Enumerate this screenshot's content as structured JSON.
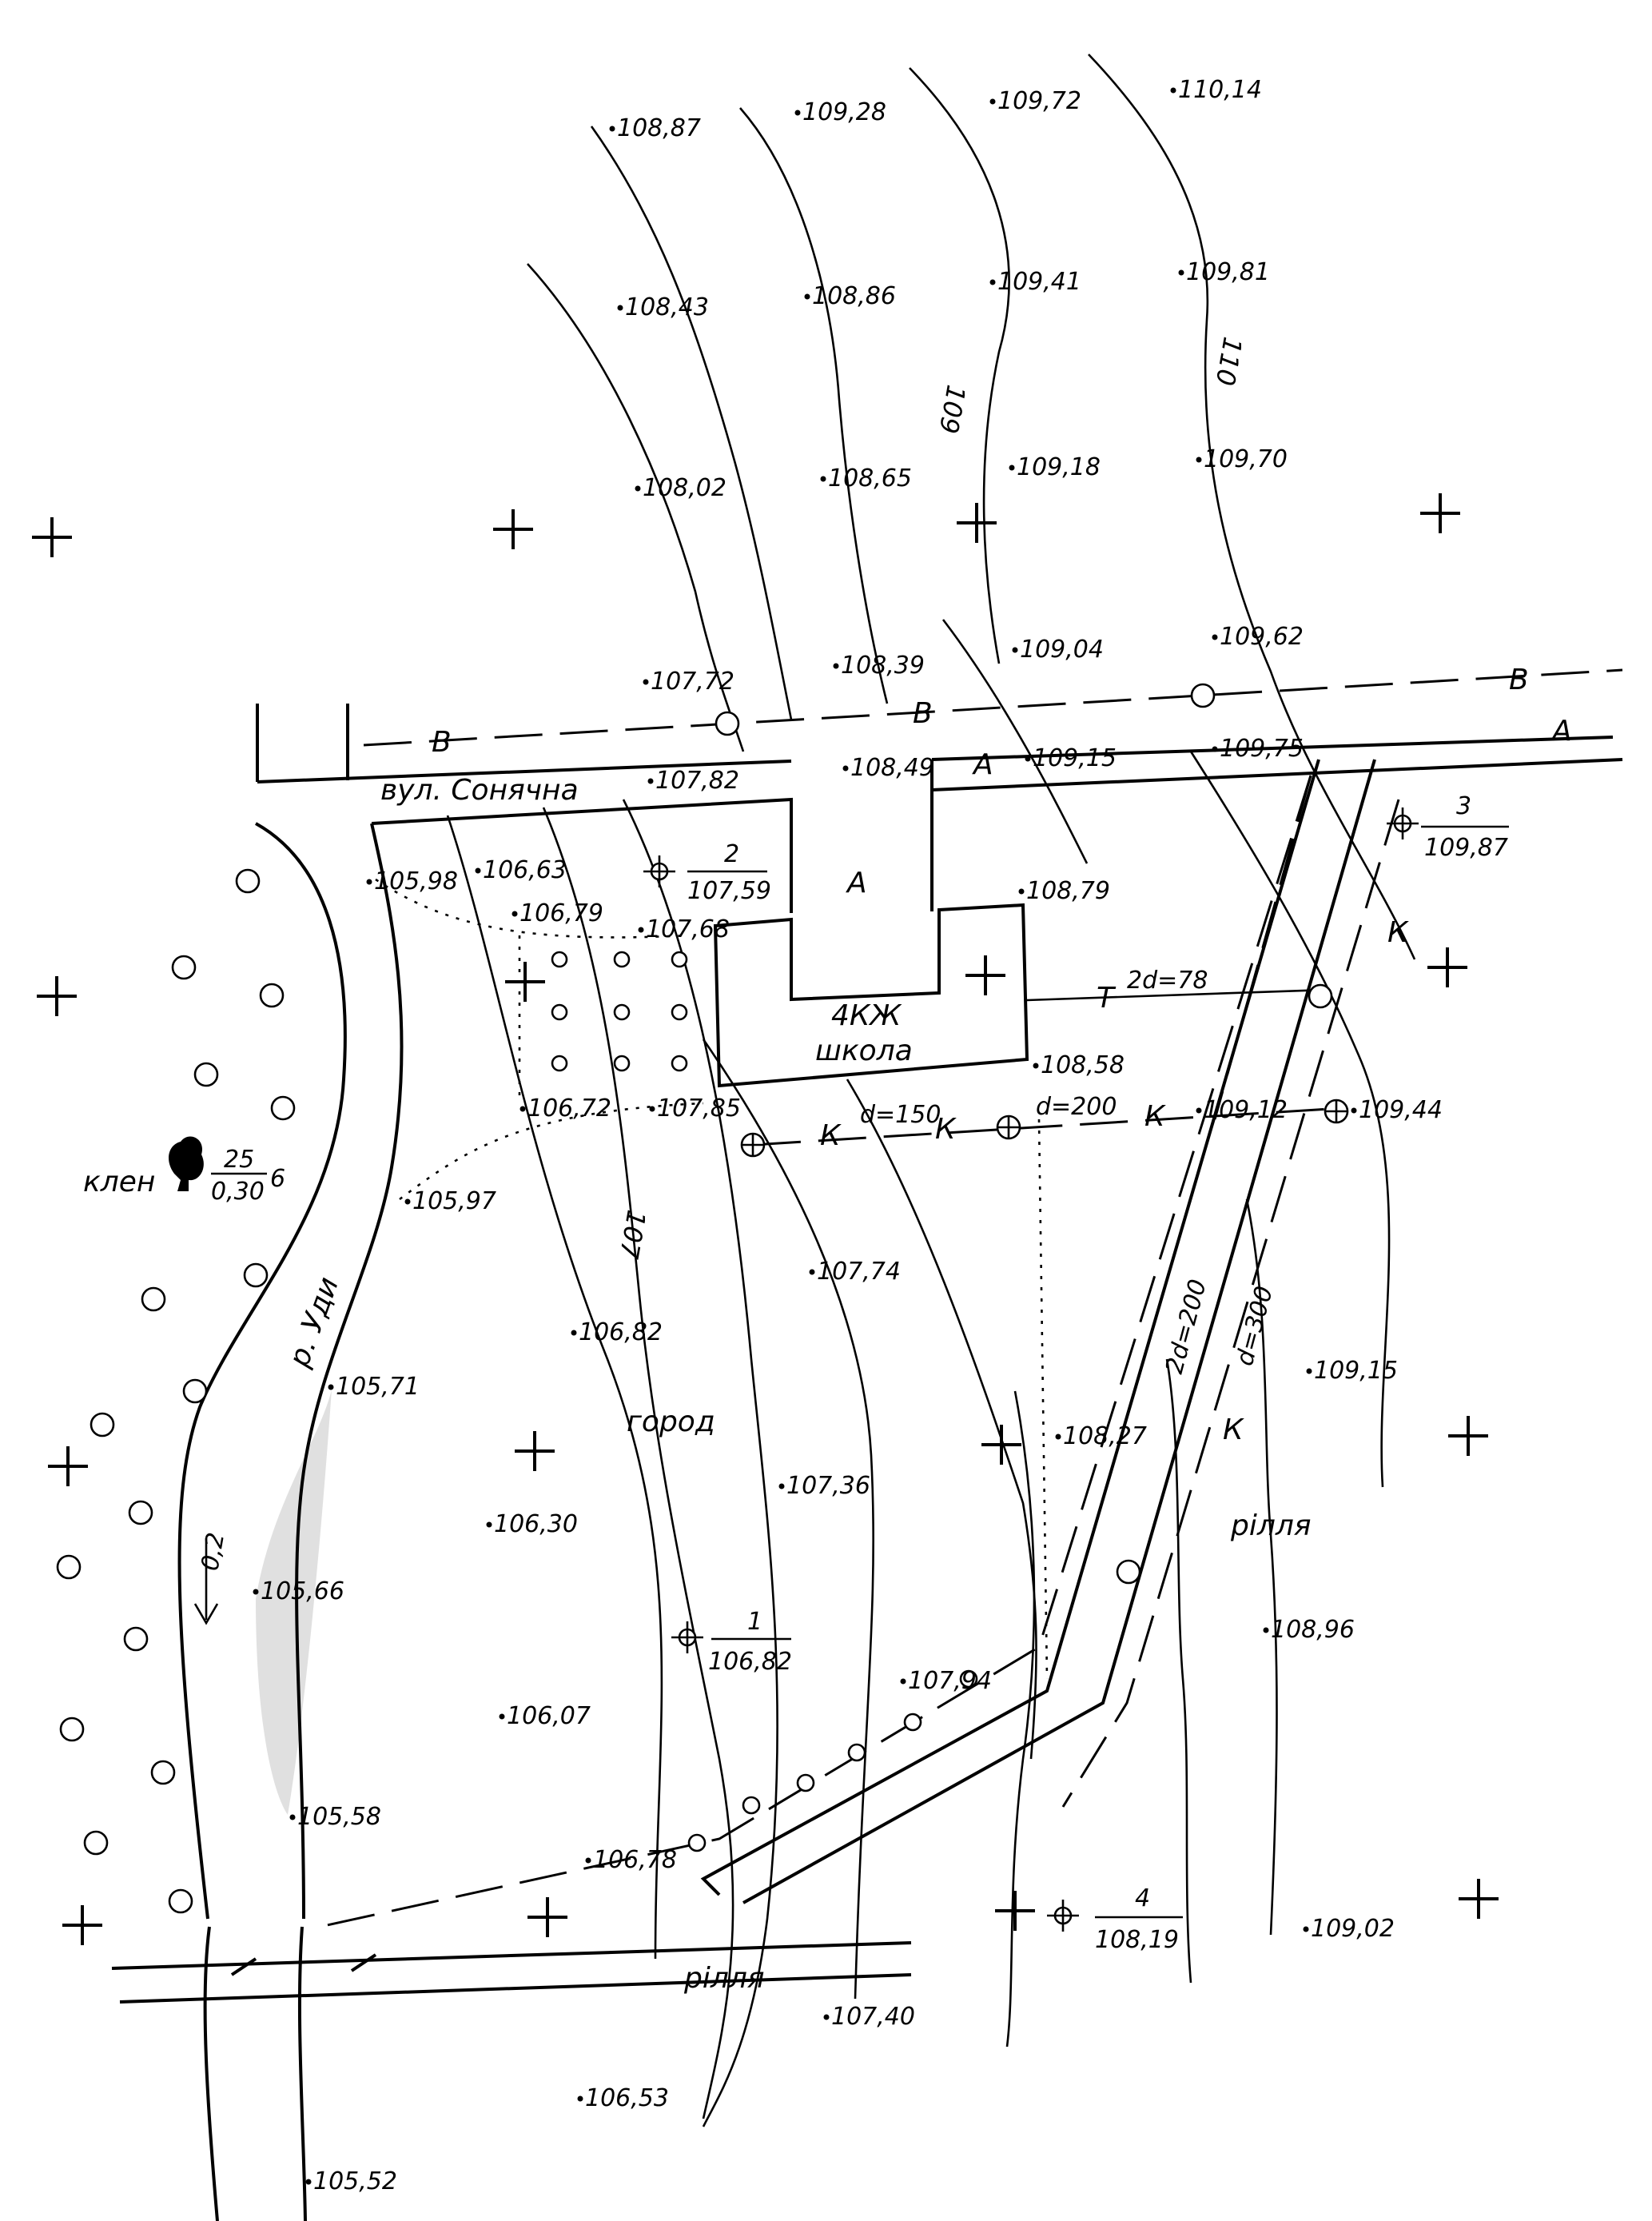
{
  "spot_heights": [
    {
      "id": "h1",
      "text": "108,87"
    },
    {
      "id": "h2",
      "text": "109,28"
    },
    {
      "id": "h3",
      "text": "109,72"
    },
    {
      "id": "h4",
      "text": "110,14"
    },
    {
      "id": "h5",
      "text": "108,43"
    },
    {
      "id": "h6",
      "text": "108,86"
    },
    {
      "id": "h7",
      "text": "109,41"
    },
    {
      "id": "h8",
      "text": "109,81"
    },
    {
      "id": "h9",
      "text": "108,02"
    },
    {
      "id": "h10",
      "text": "108,65"
    },
    {
      "id": "h11",
      "text": "109,18"
    },
    {
      "id": "h12",
      "text": "109,70"
    },
    {
      "id": "h13",
      "text": "107,72"
    },
    {
      "id": "h14",
      "text": "108,39"
    },
    {
      "id": "h15",
      "text": "109,04"
    },
    {
      "id": "h16",
      "text": "109,62"
    },
    {
      "id": "h17",
      "text": "107,82"
    },
    {
      "id": "h18",
      "text": "108,49"
    },
    {
      "id": "h19",
      "text": "109,15"
    },
    {
      "id": "h20",
      "text": "109,75"
    },
    {
      "id": "h21",
      "text": "105,98"
    },
    {
      "id": "h22",
      "text": "106,63"
    },
    {
      "id": "h23",
      "text": "106,79"
    },
    {
      "id": "h24",
      "text": "107,68"
    },
    {
      "id": "h25",
      "text": "108,79"
    },
    {
      "id": "h26",
      "text": "108,58"
    },
    {
      "id": "h27",
      "text": "106,72"
    },
    {
      "id": "h28",
      "text": "107,85"
    },
    {
      "id": "h29",
      "text": "109,12"
    },
    {
      "id": "h30",
      "text": "109,44"
    },
    {
      "id": "h31",
      "text": "105,97"
    },
    {
      "id": "h32",
      "text": "107,74"
    },
    {
      "id": "h33",
      "text": "106,82"
    },
    {
      "id": "h34",
      "text": "109,15"
    },
    {
      "id": "h35",
      "text": "105,71"
    },
    {
      "id": "h36",
      "text": "108,27"
    },
    {
      "id": "h37",
      "text": "106,30"
    },
    {
      "id": "h38",
      "text": "107,36"
    },
    {
      "id": "h39",
      "text": "105,66"
    },
    {
      "id": "h40",
      "text": "108,96"
    },
    {
      "id": "h41",
      "text": "107,94"
    },
    {
      "id": "h42",
      "text": "106,07"
    },
    {
      "id": "h43",
      "text": "105,58"
    },
    {
      "id": "h44",
      "text": "106,78"
    },
    {
      "id": "h45",
      "text": "109,02"
    },
    {
      "id": "h46",
      "text": "107,40"
    },
    {
      "id": "h47",
      "text": "106,53"
    },
    {
      "id": "h48",
      "text": "105,52"
    }
  ],
  "contour_labels": {
    "c107": "107",
    "c109": "109",
    "c110": "110"
  },
  "benchmarks": [
    {
      "num": "1",
      "elev": "106,82"
    },
    {
      "num": "2",
      "elev": "107,59"
    },
    {
      "num": "3",
      "elev": "109,87"
    },
    {
      "num": "4",
      "elev": "108,19"
    }
  ],
  "street": "вул. Сонячна",
  "river": "р. Уди",
  "river_flow": "0,2",
  "building": {
    "type": "4КЖ",
    "name": "школа"
  },
  "garden": "город",
  "arable": "рілля",
  "tree": {
    "name": "клен",
    "height": "25",
    "diameter": "0,30",
    "spacing": "6"
  },
  "line_codes": {
    "A": "А",
    "B": "В",
    "K": "К",
    "T": "Т"
  },
  "pipe_labels": {
    "d150": "d=150",
    "d200": "d=200",
    "d300": "d=300",
    "d2_200": "2d=200",
    "d2_78": "2d=78"
  }
}
